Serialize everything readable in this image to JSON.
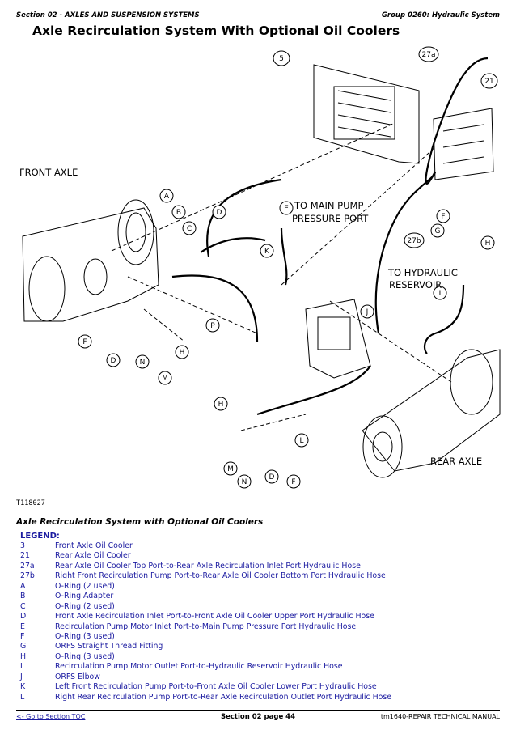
{
  "header": {
    "section": "Section 02 - AXLES AND SUSPENSION SYSTEMS",
    "group": "Group 0260: Hydraulic System"
  },
  "title": "Axle Recirculation System With Optional Oil Coolers",
  "figure": {
    "id": "T118027",
    "labels": {
      "front_axle": "FRONT AXLE",
      "rear_axle": "REAR AXLE",
      "to_main_pump_1": "TO MAIN PUMP",
      "to_main_pump_2": "PRESSURE PORT",
      "to_reservoir_1": "TO HYDRAULIC",
      "to_reservoir_2": "RESERVOIR"
    },
    "callouts": [
      "5",
      "27a",
      "21",
      "A",
      "B",
      "C",
      "D",
      "E",
      "F",
      "G",
      "H",
      "K",
      "27b",
      "J",
      "I",
      "P",
      "F",
      "D",
      "N",
      "M",
      "H",
      "H",
      "L",
      "M",
      "N",
      "D",
      "F"
    ]
  },
  "caption": "Axle Recirculation System with Optional Oil Coolers",
  "legend": {
    "heading": "LEGEND:",
    "items": [
      {
        "key": "3",
        "text": "Front Axle Oil Cooler"
      },
      {
        "key": "21",
        "text": "Rear Axle Oil Cooler"
      },
      {
        "key": "27a",
        "text": "Rear Axle Oil Cooler Top Port-to-Rear Axle Recirculation Inlet Port Hydraulic Hose"
      },
      {
        "key": "27b",
        "text": "Right Front Recirculation Pump Port-to-Rear Axle Oil Cooler Bottom Port Hydraulic Hose"
      },
      {
        "key": "A",
        "text": "O-Ring (2 used)"
      },
      {
        "key": "B",
        "text": "O-Ring Adapter"
      },
      {
        "key": "C",
        "text": "O-Ring (2 used)"
      },
      {
        "key": "D",
        "text": "Front Axle Recirculation Inlet Port-to-Front Axle Oil Cooler Upper Port Hydraulic Hose"
      },
      {
        "key": "E",
        "text": "Recirculation Pump Motor Inlet Port-to-Main Pump Pressure Port Hydraulic Hose"
      },
      {
        "key": "F",
        "text": "O-Ring (3 used)"
      },
      {
        "key": "G",
        "text": "ORFS Straight Thread Fitting"
      },
      {
        "key": "H",
        "text": "O-Ring (3 used)"
      },
      {
        "key": "I",
        "text": "Recirculation Pump Motor Outlet Port-to-Hydraulic Reservoir Hydraulic Hose"
      },
      {
        "key": "J",
        "text": "ORFS Elbow"
      },
      {
        "key": "K",
        "text": "Left Front Recirculation Pump Port-to-Front Axle Oil Cooler Lower Port Hydraulic Hose"
      },
      {
        "key": "L",
        "text": "Right Rear Recirculation Pump Port-to-Rear Axle Recirculation Outlet Port Hydraulic Hose"
      }
    ]
  },
  "footer": {
    "toc_link": "<- Go to Section TOC",
    "page": "Section 02 page 44",
    "manual": "tm1640-REPAIR TECHNICAL MANUAL"
  }
}
